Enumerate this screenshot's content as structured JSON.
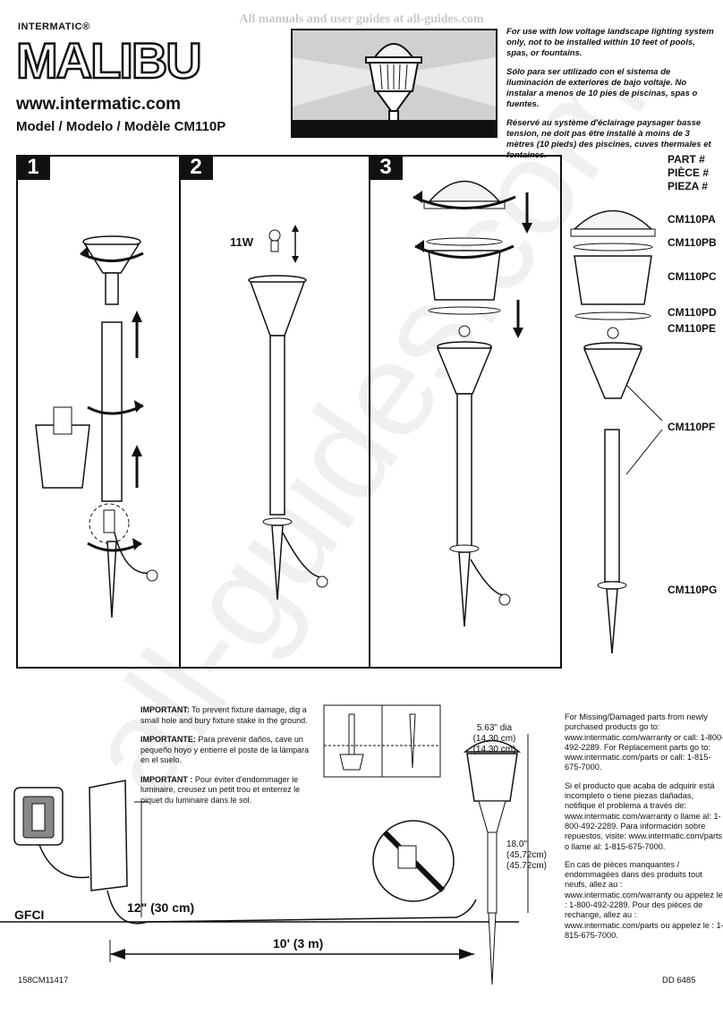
{
  "banner": "All manuals and user guides at all-guides.com",
  "brand": {
    "small": "INTERMATIC®",
    "logo": "MALIBU"
  },
  "url": "www.intermatic.com",
  "model": "Model / Modelo / Modèle  CM110P",
  "warnings": [
    "For use with low voltage landscape lighting system only, not to be installed within 10 feet of pools, spas, or fountains.",
    "Sólo para ser utilizado con el sistema de iluminación de exteriores de bajo voltaje. No instalar a menos de 10 pies de piscinas, spas o fuentes.",
    "Réservé au système d'éclairage paysager basse tension, ne doit pas être installé à moins de 3 mètres (10 pieds) des piscines, cuves thermales et fontaines."
  ],
  "steps": [
    "1",
    "2",
    "3"
  ],
  "bulb_label": "11W",
  "parts_header": [
    "PART #",
    "PIÈCE #",
    "PIEZA #"
  ],
  "parts": [
    "CM110PA",
    "CM110PB",
    "CM110PC",
    "CM110PD",
    "CM110PE",
    "CM110PF",
    "CM110PG"
  ],
  "important": [
    {
      "label": "IMPORTANT:",
      "text": " To prevent fixture damage, dig a small hole and bury fixture stake in the ground."
    },
    {
      "label": "IMPORTANTE:",
      "text": " Para prevenir daños, cave un pequeño hoyo y entierre el poste de la lámpara en el suelo."
    },
    {
      "label": "IMPORTANT :",
      "text": " Pour éviter d'endommager le luminaire, creusez un petit trou et enterrez le piquet du luminaire dans le sol."
    }
  ],
  "dimensions": {
    "dia": "5.63\" dia",
    "dia_cm1": "(14,30 cm)",
    "dia_cm2": "(14.30 cm)",
    "height": "18.0\"",
    "height_cm1": "(45,72cm)",
    "height_cm2": "(45.72cm)",
    "depth": "12\" (30 cm)",
    "distance": "10' (3 m)"
  },
  "gfci": "GFCI",
  "parts_info": [
    "For Missing/Damaged parts from newly purchased products go to: www.intermatic.com/warranty or call: 1-800-492-2289. For Replacement parts go to: www.intermatic.com/parts or call: 1-815-675-7000.",
    "Si el producto que acaba de adquirir está incompleto o tiene piezas dañadas, notifique el problema a través de: www.intermatic.com/warranty o llame al: 1-800-492-2289. Para información sobre repuestos, visite: www.intermatic.com/parts o llame al: 1-815-675-7000.",
    "En cas de pièces manquantes / endommagées dans des produits tout neufs, allez au : www.intermatic.com/warranty ou appelez le : 1-800-492-2289. Pour des pièces de rechange, allez au : www.intermatic.com/parts ou appelez le : 1-815-675-7000."
  ],
  "footer": {
    "left": "158CM11417",
    "right": "DD 6485"
  },
  "watermark": "all-guides.com"
}
